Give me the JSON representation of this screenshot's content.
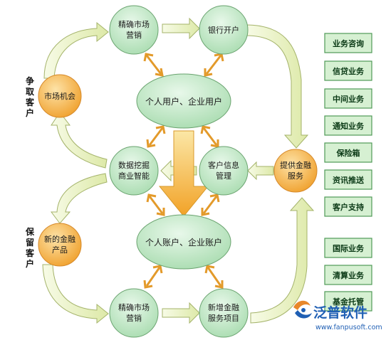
{
  "nodes": {
    "market_opportunity": "市场机会",
    "precise_marketing_top": [
      "精确市场",
      "营销"
    ],
    "bank_account": "银行开户",
    "users": "个人用户、企业用户",
    "data_mining": [
      "数据挖掘",
      "商业智能"
    ],
    "customer_info": [
      "客户信息",
      "管理"
    ],
    "provide_service": [
      "提供金融",
      "服务"
    ],
    "new_product": [
      "新的金融",
      "产品"
    ],
    "accounts": "个人账户、企业账户",
    "precise_marketing_bottom": [
      "精确市场",
      "营销"
    ],
    "new_service_items": [
      "新增金融",
      "服务项目"
    ]
  },
  "side_labels": {
    "win_customers": [
      "争",
      "取",
      "客",
      "户"
    ],
    "retain_customers": [
      "保",
      "留",
      "客",
      "户"
    ]
  },
  "services": [
    "业务咨询",
    "信贷业务",
    "中间业务",
    "通知业务",
    "保险箱",
    "资讯推送",
    "客户支持",
    "国际业务",
    "清算业务",
    "基金托管"
  ],
  "watermark": {
    "brand": "泛普软件",
    "url": "www.fanpusoft.com"
  },
  "colors": {
    "green_fill": "#c4ebc8",
    "green_stroke": "#6aa36f",
    "orange_fill": "#f6b64a",
    "arrow_fill": "#eef5cf",
    "arrow_stroke": "#a4b36a",
    "service_fill": "#d6f0d2",
    "service_stroke": "#4f9a57"
  }
}
